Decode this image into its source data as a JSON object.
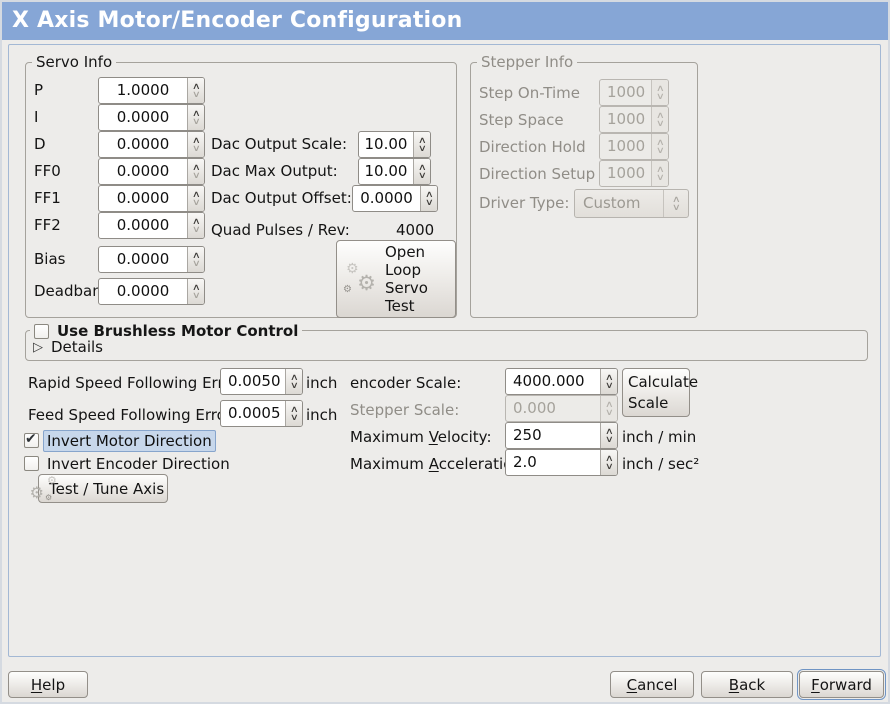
{
  "window": {
    "title": "X Axis Motor/Encoder Configuration"
  },
  "colors": {
    "titlebar_blue": "#86a6d6",
    "focus_ring_blue": "#6f94c4",
    "selected_label_highlight": "#c7d7eb",
    "panel_border": "#a3b8d4"
  },
  "servo_info": {
    "legend": "Servo Info",
    "fields": [
      {
        "label": "P",
        "value": "1.0000"
      },
      {
        "label": "I",
        "value": "0.0000"
      },
      {
        "label": "D",
        "value": "0.0000"
      },
      {
        "label": "FF0",
        "value": "0.0000"
      },
      {
        "label": "FF1",
        "value": "0.0000"
      },
      {
        "label": "FF2",
        "value": "0.0000"
      },
      {
        "label": "Bias",
        "value": "0.0000"
      },
      {
        "label": "Deadband",
        "value": "0.0000"
      }
    ],
    "dac_fields": [
      {
        "label": "Dac Output Scale:",
        "value": "10.00"
      },
      {
        "label": "Dac Max Output:",
        "value": "10.00"
      },
      {
        "label": "Dac Output Offset:",
        "value": "0.0000"
      }
    ],
    "quad_pulses_label": "Quad Pulses / Rev:",
    "quad_pulses_value": "4000",
    "open_loop_button_label": "Open Loop Servo Test",
    "open_loop_button_icon": "gears-icon"
  },
  "stepper_info": {
    "legend": "Stepper Info",
    "fields": [
      {
        "label": "Step On-Time",
        "value": "1000"
      },
      {
        "label": "Step Space",
        "value": "1000"
      },
      {
        "label": "Direction Hold",
        "value": "1000"
      },
      {
        "label": "Direction Setup",
        "value": "1000"
      }
    ],
    "driver_type_label": "Driver Type:",
    "driver_type_value": "Custom"
  },
  "brushless": {
    "checkbox_label": "Use Brushless Motor Control",
    "checkbox_checked": false,
    "details_label": "Details",
    "expander_icon": "triangle-right-icon"
  },
  "following_error": {
    "rapid_label": "Rapid Speed Following Error:",
    "rapid_value": "0.0050",
    "rapid_unit": "inch",
    "feed_label": "Feed Speed Following Error:",
    "feed_value": "0.0005",
    "feed_unit": "inch"
  },
  "direction_options": {
    "invert_motor_label": "Invert Motor Direction",
    "invert_motor_checked": true,
    "invert_encoder_label": "Invert Encoder Direction",
    "invert_encoder_checked": false,
    "test_tune_button_label": "Test / Tune Axis",
    "test_tune_button_icon": "gears-icon"
  },
  "scaling": {
    "encoder_scale_label": "encoder Scale:",
    "encoder_scale_value": "4000.000",
    "stepper_scale_label": "Stepper Scale:",
    "stepper_scale_value": "0.000",
    "calculate_button_label": "Calculate Scale",
    "max_velocity_label": "Maximum Velocity:",
    "max_velocity_value": "250",
    "max_velocity_unit": "inch / min",
    "max_accel_label": "Maximum Acceleration:",
    "max_accel_value": "2.0",
    "max_accel_unit": "inch / sec²"
  },
  "footer": {
    "help_label": "Help",
    "cancel_label": "Cancel",
    "back_label": "Back",
    "forward_label": "Forward"
  }
}
